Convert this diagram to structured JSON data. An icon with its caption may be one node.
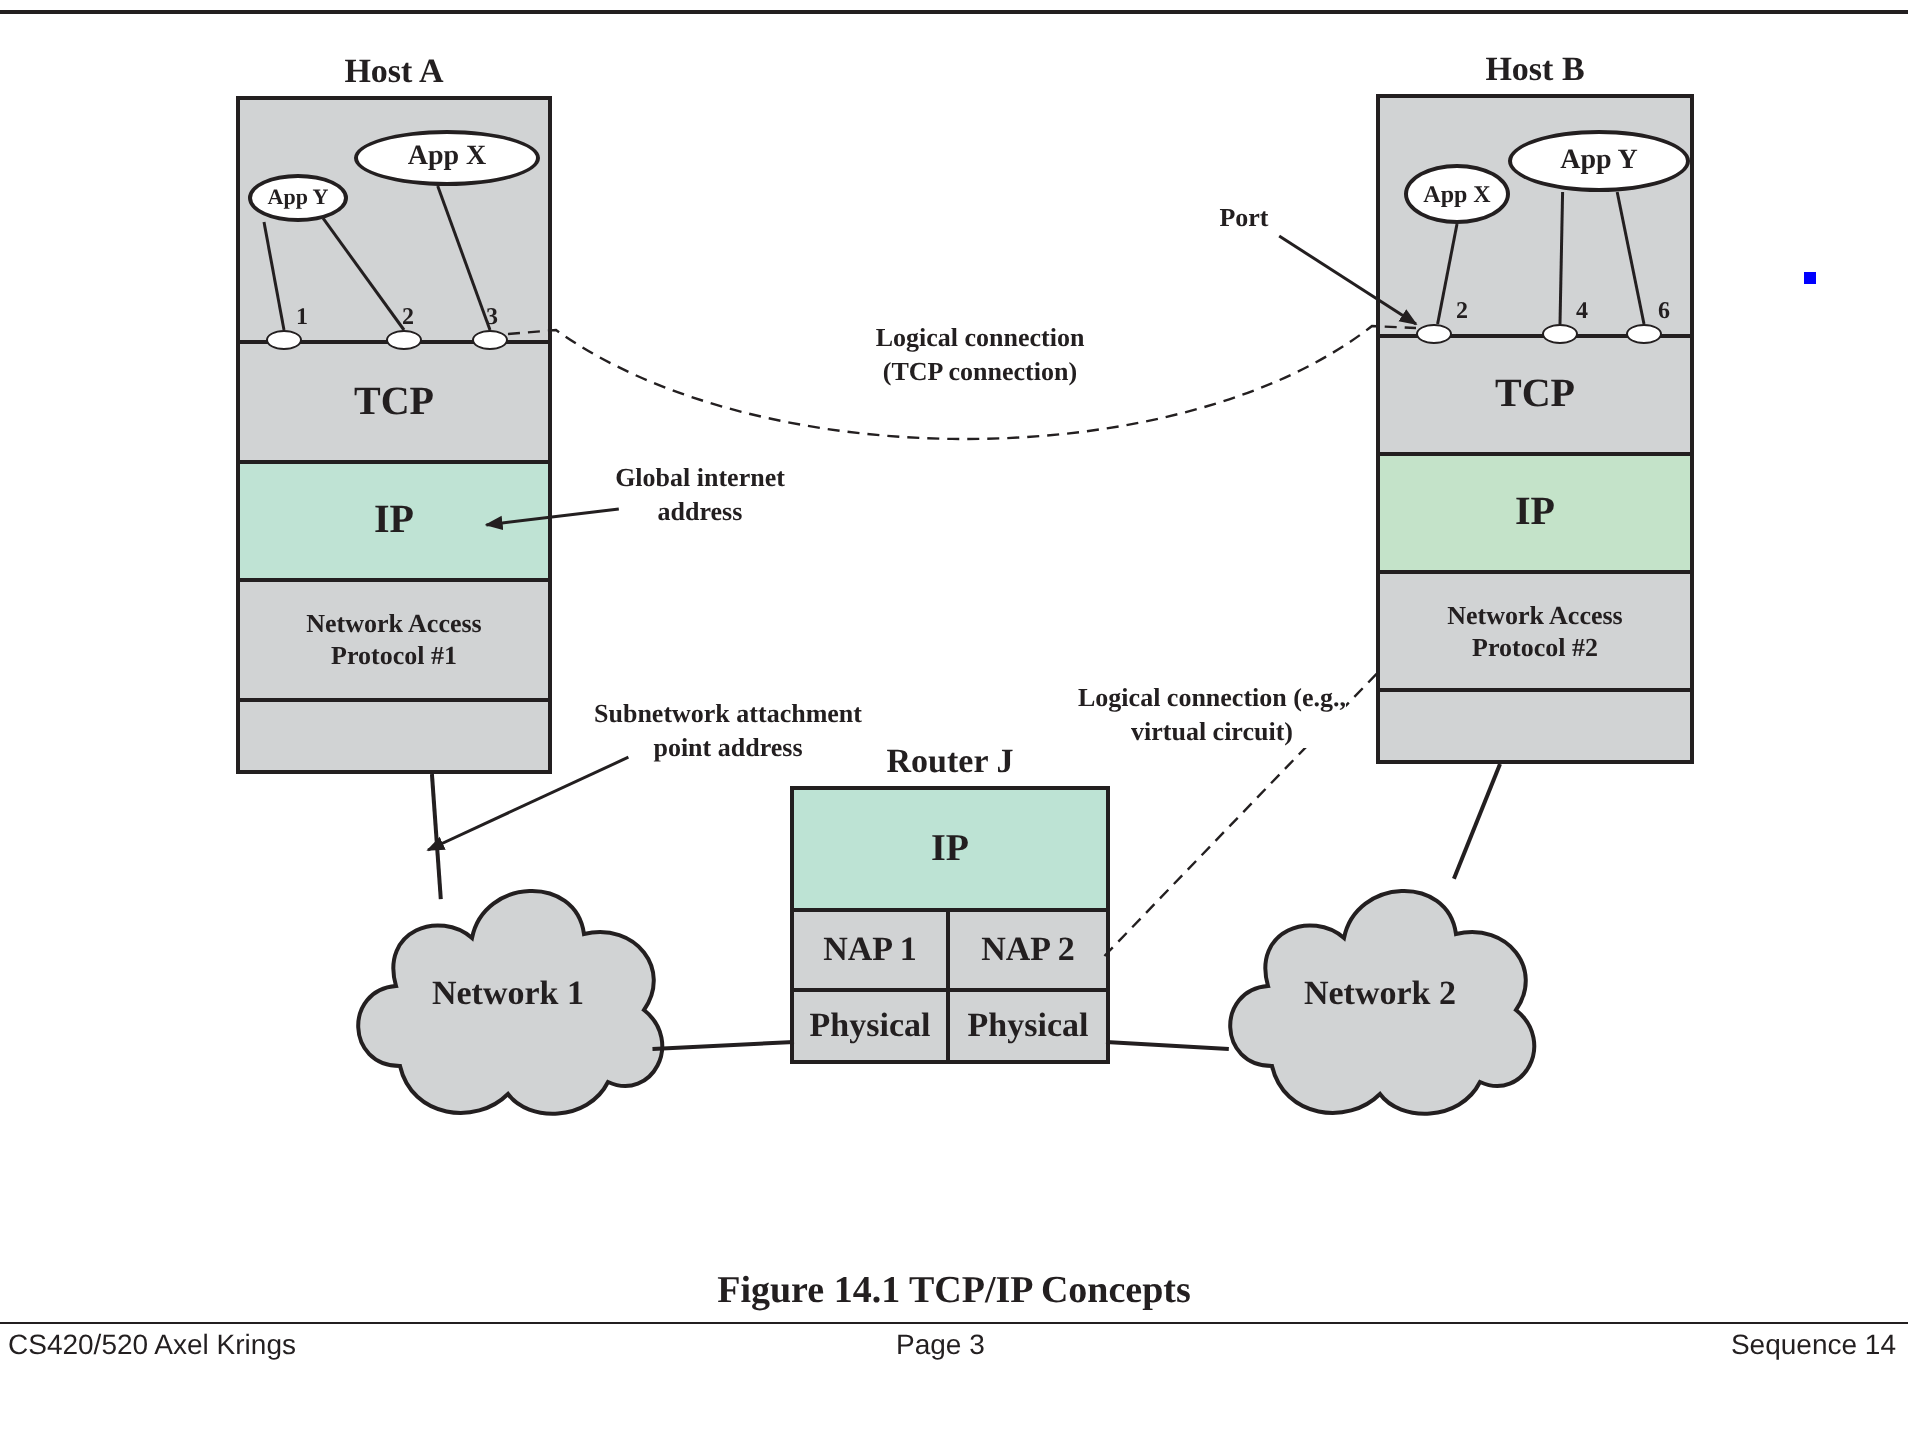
{
  "diagram": {
    "caption": "Figure 14.1 TCP/IP Concepts",
    "nodes": [
      {
        "text": [
          "Host A"
        ]
      },
      {
        "text": [
          "App Y"
        ],
        "in": 0
      },
      {
        "text": [
          "App X"
        ],
        "in": 0
      },
      {
        "text": [],
        "shape": "circle",
        "in": 0,
        "beside": [
          "1"
        ]
      },
      {
        "text": [],
        "shape": "circle",
        "in": 0,
        "beside": [
          "2"
        ]
      },
      {
        "text": [],
        "shape": "circle",
        "in": 0,
        "beside": [
          "3"
        ]
      },
      {
        "text": [
          "TCP"
        ],
        "in": 0
      },
      {
        "text": [
          "IP"
        ],
        "in": 0
      },
      {
        "text": [
          "Network Access Protocol #1"
        ],
        "in": 0
      },
      {
        "text": [],
        "shape": "box",
        "in": 0
      },
      {
        "text": [
          "Host B"
        ]
      },
      {
        "text": [
          "App X"
        ],
        "in": 10
      },
      {
        "text": [
          "App Y"
        ],
        "in": 10
      },
      {
        "text": [],
        "shape": "circle",
        "in": 10,
        "beside": [
          "2"
        ]
      },
      {
        "text": [],
        "shape": "circle",
        "in": 10,
        "beside": [
          "4"
        ]
      },
      {
        "text": [],
        "shape": "circle",
        "in": 10,
        "beside": [
          "6"
        ]
      },
      {
        "text": [
          "TCP"
        ],
        "in": 10
      },
      {
        "text": [
          "IP"
        ],
        "in": 10
      },
      {
        "text": [
          "Network Access Protocol #2"
        ],
        "in": 10
      },
      {
        "text": [],
        "shape": "box",
        "in": 10
      },
      {
        "text": [
          "Router J"
        ]
      },
      {
        "text": [
          "IP"
        ],
        "in": 20
      },
      {
        "text": [
          "NAP 1"
        ],
        "in": 20
      },
      {
        "text": [
          "NAP 2"
        ],
        "in": 20
      },
      {
        "text": [
          "Physical"
        ],
        "in": 20
      },
      {
        "text": [
          "Physical"
        ],
        "in": 20
      },
      {
        "text": [
          "Network 1"
        ]
      },
      {
        "text": [
          "Network 2"
        ]
      },
      {
        "text": [
          "Global internet address"
        ]
      },
      {
        "text": [
          "Subnetwork attachment point address"
        ]
      },
      {
        "text": [
          "Port"
        ]
      }
    ],
    "edges": [
      {
        "from": 1,
        "to": 3,
        "arrow": "none"
      },
      {
        "from": 1,
        "to": 4,
        "arrow": "none"
      },
      {
        "from": 2,
        "to": 5,
        "arrow": "none"
      },
      {
        "from": 11,
        "to": 13,
        "arrow": "none"
      },
      {
        "from": 12,
        "to": 14,
        "arrow": "none"
      },
      {
        "from": 12,
        "to": 15,
        "arrow": "none"
      },
      {
        "from": 5,
        "to": 13,
        "arrow": "none",
        "style": "dashed",
        "label": "Logical connection (TCP connection)"
      },
      {
        "from": 28,
        "to": 7,
        "arrow": "to"
      },
      {
        "from": 29,
        "to": null,
        "arrow": "to"
      },
      {
        "from": 30,
        "to": 13,
        "arrow": "to"
      },
      {
        "from": 0,
        "to": 26,
        "arrow": "none"
      },
      {
        "from": 26,
        "to": 24,
        "arrow": "none"
      },
      {
        "from": 25,
        "to": 27,
        "arrow": "none"
      },
      {
        "from": 27,
        "to": 10,
        "arrow": "none"
      },
      {
        "from": 23,
        "to": 18,
        "arrow": "none",
        "style": "dashed",
        "label": "Logical connection (e.g., virtual circuit)"
      }
    ],
    "labels": [
      "CS420/520 Axel Krings",
      "Page 3",
      "Sequence 14"
    ]
  }
}
